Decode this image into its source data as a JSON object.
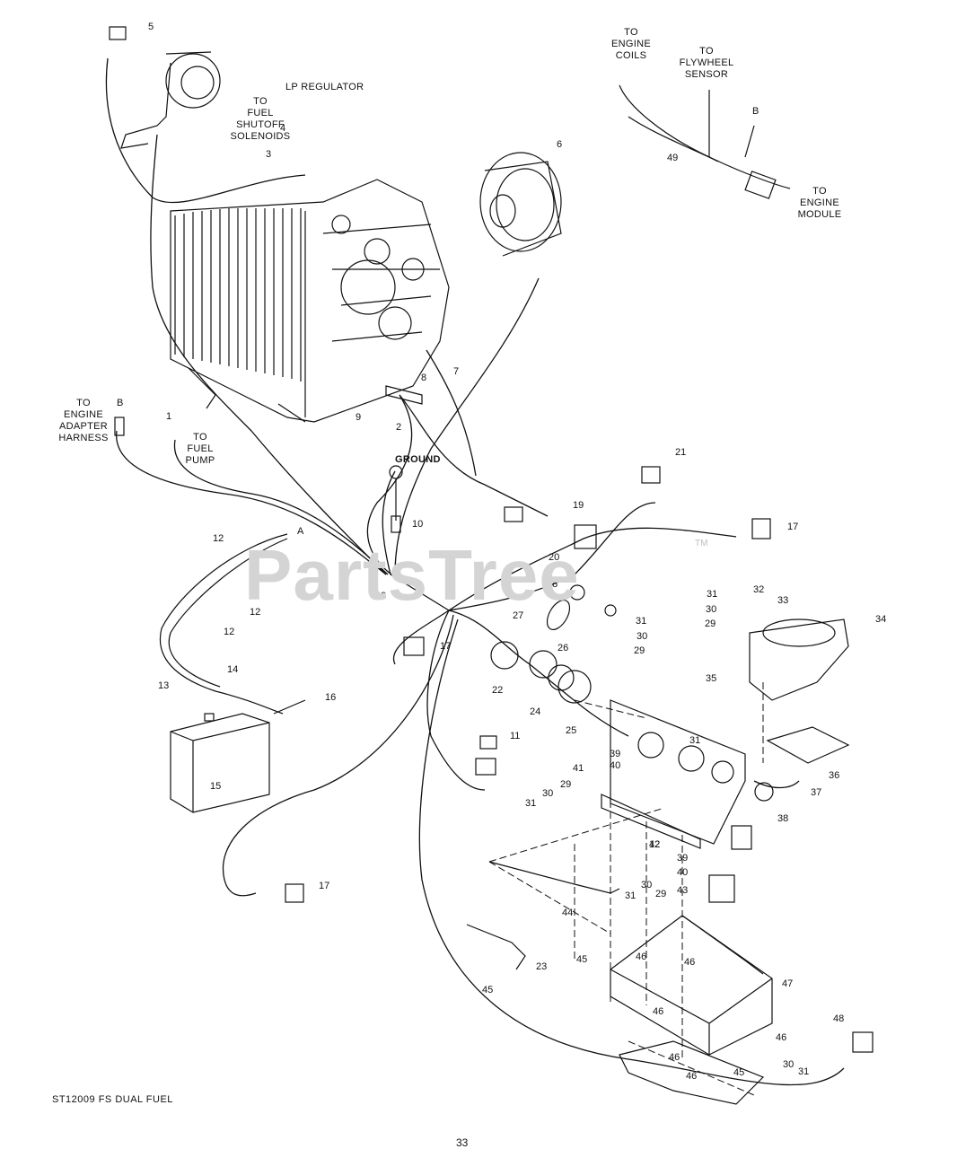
{
  "labels": {
    "lp_regulator": "LP REGULATOR",
    "fuel_shutoff": "TO\nFUEL\nSHUTOFF\nSOLENOIDS",
    "engine_coils": "TO\nENGINE\nCOILS",
    "flywheel_sensor": "TO\nFLYWHEEL\nSENSOR",
    "engine_module": "TO\nENGINE\nMODULE",
    "adapter_harness": "TO\nENGINE\nADAPTER\nHARNESS",
    "fuel_pump": "TO\nFUEL\nPUMP",
    "ground": "GROUND",
    "marker_a": "A",
    "marker_b_left": "B",
    "marker_b_right": "B"
  },
  "callouts": [
    "1",
    "2",
    "3",
    "4",
    "5",
    "6",
    "7",
    "8",
    "9",
    "10",
    "11",
    "12",
    "13",
    "14",
    "15",
    "16",
    "17",
    "18",
    "19",
    "20",
    "21",
    "22",
    "23",
    "24",
    "25",
    "26",
    "27",
    "28",
    "29",
    "30",
    "31",
    "32",
    "33",
    "34",
    "35",
    "36",
    "37",
    "38",
    "39",
    "40",
    "41",
    "42",
    "43",
    "44",
    "45",
    "46",
    "47",
    "48",
    "49"
  ],
  "watermark": "PartsTree",
  "trademark": "TM",
  "footer_code": "ST12009 FS DUAL FUEL",
  "page_number": "33"
}
